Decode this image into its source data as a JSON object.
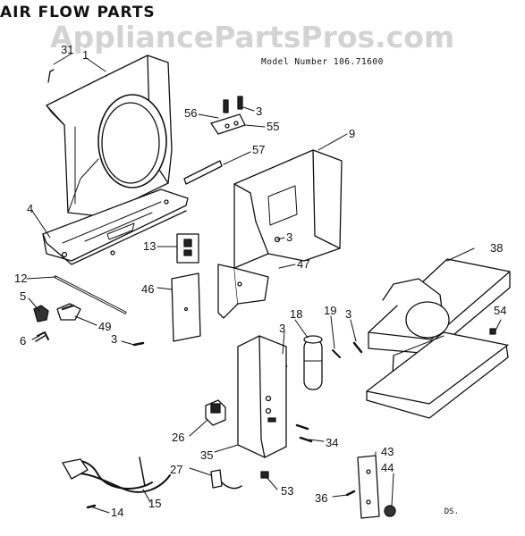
{
  "title": "AIR FLOW PARTS",
  "watermark": "AppliancePartsPros.com",
  "model_line": "Model Number 106.71600",
  "ref_code": "DS.",
  "colors": {
    "ink": "#111111",
    "watermark": "#969696"
  },
  "callouts": {
    "c31": "31",
    "c1": "1",
    "c56": "56",
    "c3a": "3",
    "c55": "55",
    "c57": "57",
    "c9": "9",
    "c4": "4",
    "c13": "13",
    "c3b": "3",
    "c47": "47",
    "c38": "38",
    "c12": "12",
    "c46": "46",
    "c5": "5",
    "c49": "49",
    "c3c": "3",
    "c6": "6",
    "c18": "18",
    "c19": "19",
    "c3d": "3",
    "c3e": "3",
    "c54": "54",
    "c26": "26",
    "c34": "34",
    "c35": "35",
    "c43": "43",
    "c44": "44",
    "c27": "27",
    "c53": "53",
    "c36": "36",
    "c14": "14",
    "c15": "15"
  }
}
